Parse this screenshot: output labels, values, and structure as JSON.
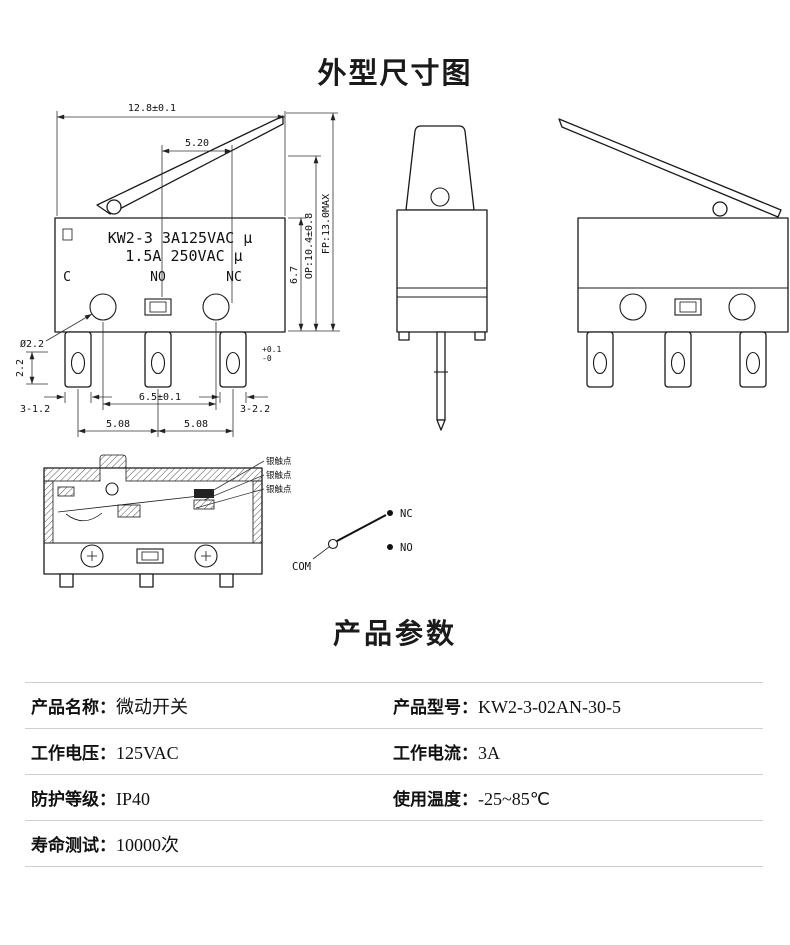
{
  "page": {
    "outline_title": "外型尺寸图",
    "params_title": "产品参数"
  },
  "front_view": {
    "marking_line1": "KW2-3 3A125VAC μ",
    "marking_line2": "1.5A 250VAC μ",
    "terminals": {
      "c": "C",
      "no": "NO",
      "nc": "NC"
    },
    "dimensions": {
      "overall_width": "12.8±0.1",
      "lever_offset": "5.20",
      "body_height": "6.7",
      "op_height": "OP:10.4±0.8",
      "fp_height": "FP:13.0MAX",
      "hole_diameter": "Ø2.2",
      "terminal_thickness": "2.2",
      "hole_spec_left": "3-1.2",
      "terminal_span": "6.5±0.1",
      "hole_spec_right": "3-2.2",
      "tolerance_plus": "+0.1",
      "tolerance_minus": "-0",
      "pitch_left": "5.08",
      "pitch_right": "5.08"
    }
  },
  "section_view": {
    "contact_labels": [
      "银触点",
      "银触点",
      "银触点"
    ]
  },
  "circuit": {
    "nc_label": "NC",
    "no_label": "NO",
    "com_label": "COM"
  },
  "params": {
    "rows": [
      {
        "cells": [
          {
            "label": "产品名称：",
            "value": "微动开关"
          },
          {
            "label": "产品型号：",
            "value": "KW2-3-02AN-30-5"
          }
        ]
      },
      {
        "cells": [
          {
            "label": "工作电压：",
            "value": "125VAC"
          },
          {
            "label": "工作电流：",
            "value": "3A"
          }
        ]
      },
      {
        "cells": [
          {
            "label": "防护等级：",
            "value": "IP40"
          },
          {
            "label": "使用温度：",
            "value": "-25~85℃"
          }
        ]
      },
      {
        "cells": [
          {
            "label": "寿命测试：",
            "value": "10000次"
          }
        ]
      }
    ]
  }
}
